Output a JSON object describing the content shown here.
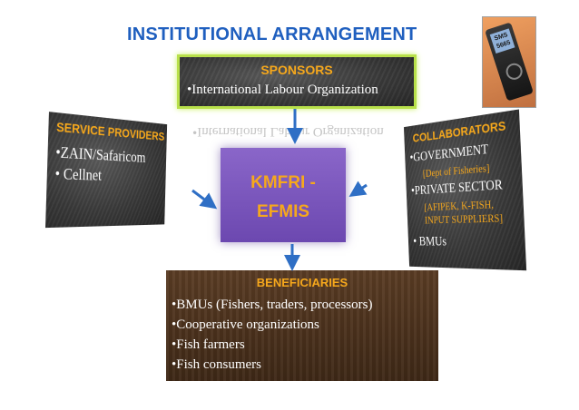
{
  "title": "INSTITUTIONAL ARRANGEMENT",
  "sponsors": {
    "heading": "SPONSORS",
    "items": [
      "•International Labour Organization"
    ]
  },
  "service_providers": {
    "heading": "SERVICE PROVIDERS",
    "items": [
      "•ZAIN/Safaricom",
      "• Cellnet"
    ]
  },
  "collaborators": {
    "heading": "COLLABORATORS",
    "government": "•GOVERNMENT",
    "government_sub": "[Dept of Fisheries]",
    "private": "•PRIVATE SECTOR",
    "private_sub_1": "[AFIPEK, K-FISH,",
    "private_sub_2": "INPUT SUPPLIERS]",
    "bmus": "• BMUs"
  },
  "center": {
    "line1": "KMFRI -",
    "line2": "EFMIS"
  },
  "beneficiaries": {
    "heading": "BENEFICIARIES",
    "items": [
      "•BMUs (Fishers, traders, processors)",
      "•Cooperative organizations",
      "•Fish farmers",
      "•Fish consumers"
    ]
  },
  "phone": {
    "label_1": "SMS",
    "label_2": "5665"
  },
  "colors": {
    "title": "#1f5fbf",
    "heading": "#f6a81c",
    "arrow": "#2f6fc5",
    "center": "#7a56bd",
    "border_glow": "#b8e04a"
  }
}
